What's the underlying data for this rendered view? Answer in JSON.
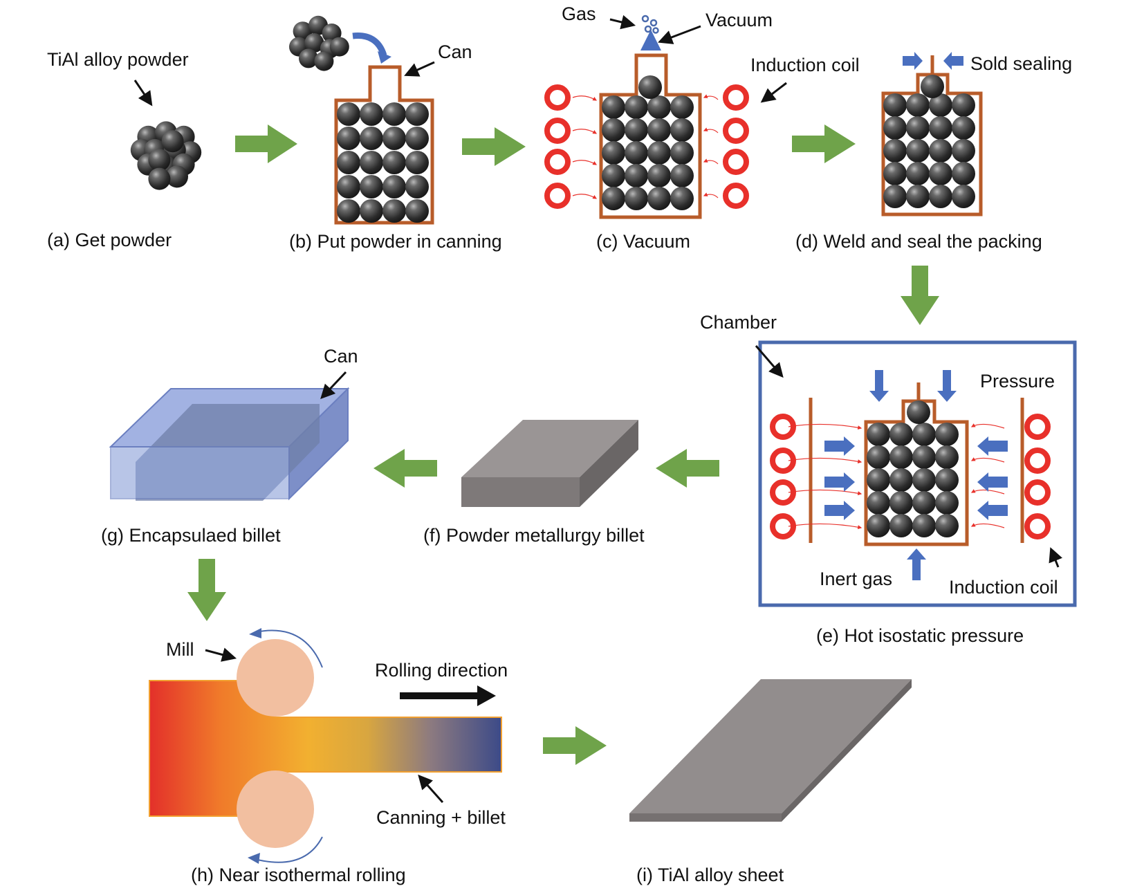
{
  "labels": {
    "tial_powder": "TiAl alloy powder",
    "can_b": "Can",
    "gas": "Gas",
    "vacuum": "Vacuum",
    "induction_coil_c": "Induction coil",
    "sold_sealing": "Sold sealing",
    "chamber": "Chamber",
    "pressure": "Pressure",
    "inert_gas": "Inert gas",
    "induction_coil_e": "Induction coil",
    "can_g": "Can",
    "mill": "Mill",
    "rolling_direction": "Rolling direction",
    "canning_billet": "Canning + billet"
  },
  "captions": {
    "a": "(a) Get powder",
    "b": "(b) Put powder in canning",
    "c": "(c) Vacuum",
    "d": "(d) Weld and seal the packing",
    "e": "(e) Hot isostatic pressure",
    "f": "(f) Powder metallurgy billet",
    "g": "(g) Encapsulaed billet",
    "h": "(h) Near isothermal rolling",
    "i": "(i) TiAl alloy sheet"
  },
  "colors": {
    "can": "#b85c2a",
    "coil": "#e8302a",
    "flow_arrow": "#6fa34a",
    "pressure_arrow": "#4a6fbf",
    "chamber": "#4a6aad",
    "ball": "#333333",
    "roller": "#f2bfa0",
    "billet_top": "#9a9595",
    "billet_side": "#7e7979",
    "encap": "#8a9fd8"
  }
}
